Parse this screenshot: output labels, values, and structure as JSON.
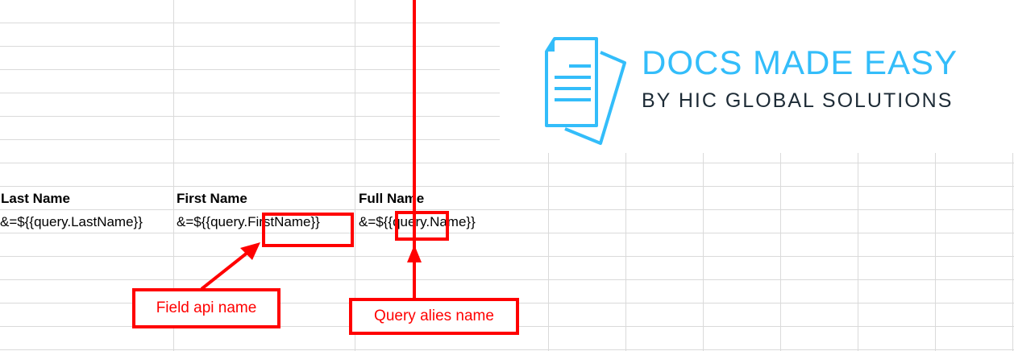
{
  "logo": {
    "title": "DOCS MADE EASY",
    "subtitle": "BY HIC GLOBAL SOLUTIONS",
    "color": "#33bdfa"
  },
  "sheet": {
    "headers": [
      "Last Name",
      "First Name",
      "Full Name"
    ],
    "formulas": [
      "&=${{query.LastName}}",
      "&=${{query.FirstName}}",
      "&=${{query.Name}}"
    ]
  },
  "annotations": {
    "field_label": "Field api name",
    "query_label": "Query alies name",
    "color": "#ff0000"
  }
}
